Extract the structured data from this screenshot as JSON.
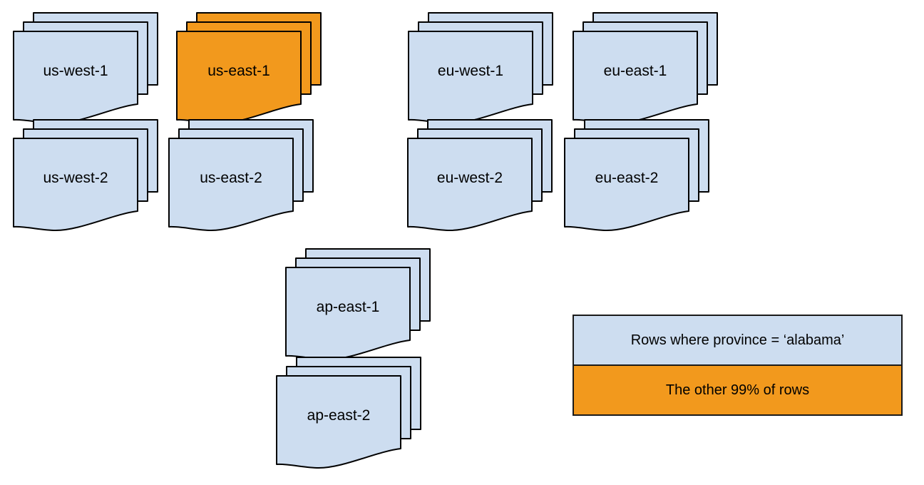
{
  "colors": {
    "region_blue": "#cdddf0",
    "highlight_orange": "#f2991d",
    "stroke": "#000000"
  },
  "stacks": [
    {
      "label": "us-west-1"
    },
    {
      "label": "us-east-1"
    },
    {
      "label": "eu-west-1"
    },
    {
      "label": "eu-east-1"
    },
    {
      "label": "us-west-2"
    },
    {
      "label": "us-east-2"
    },
    {
      "label": "eu-west-2"
    },
    {
      "label": "eu-east-2"
    },
    {
      "label": "ap-east-1"
    },
    {
      "label": "ap-east-2"
    }
  ],
  "legend": {
    "rows": [
      {
        "label": "Rows where province = ‘alabama’"
      },
      {
        "label": "The other 99% of rows"
      }
    ]
  }
}
